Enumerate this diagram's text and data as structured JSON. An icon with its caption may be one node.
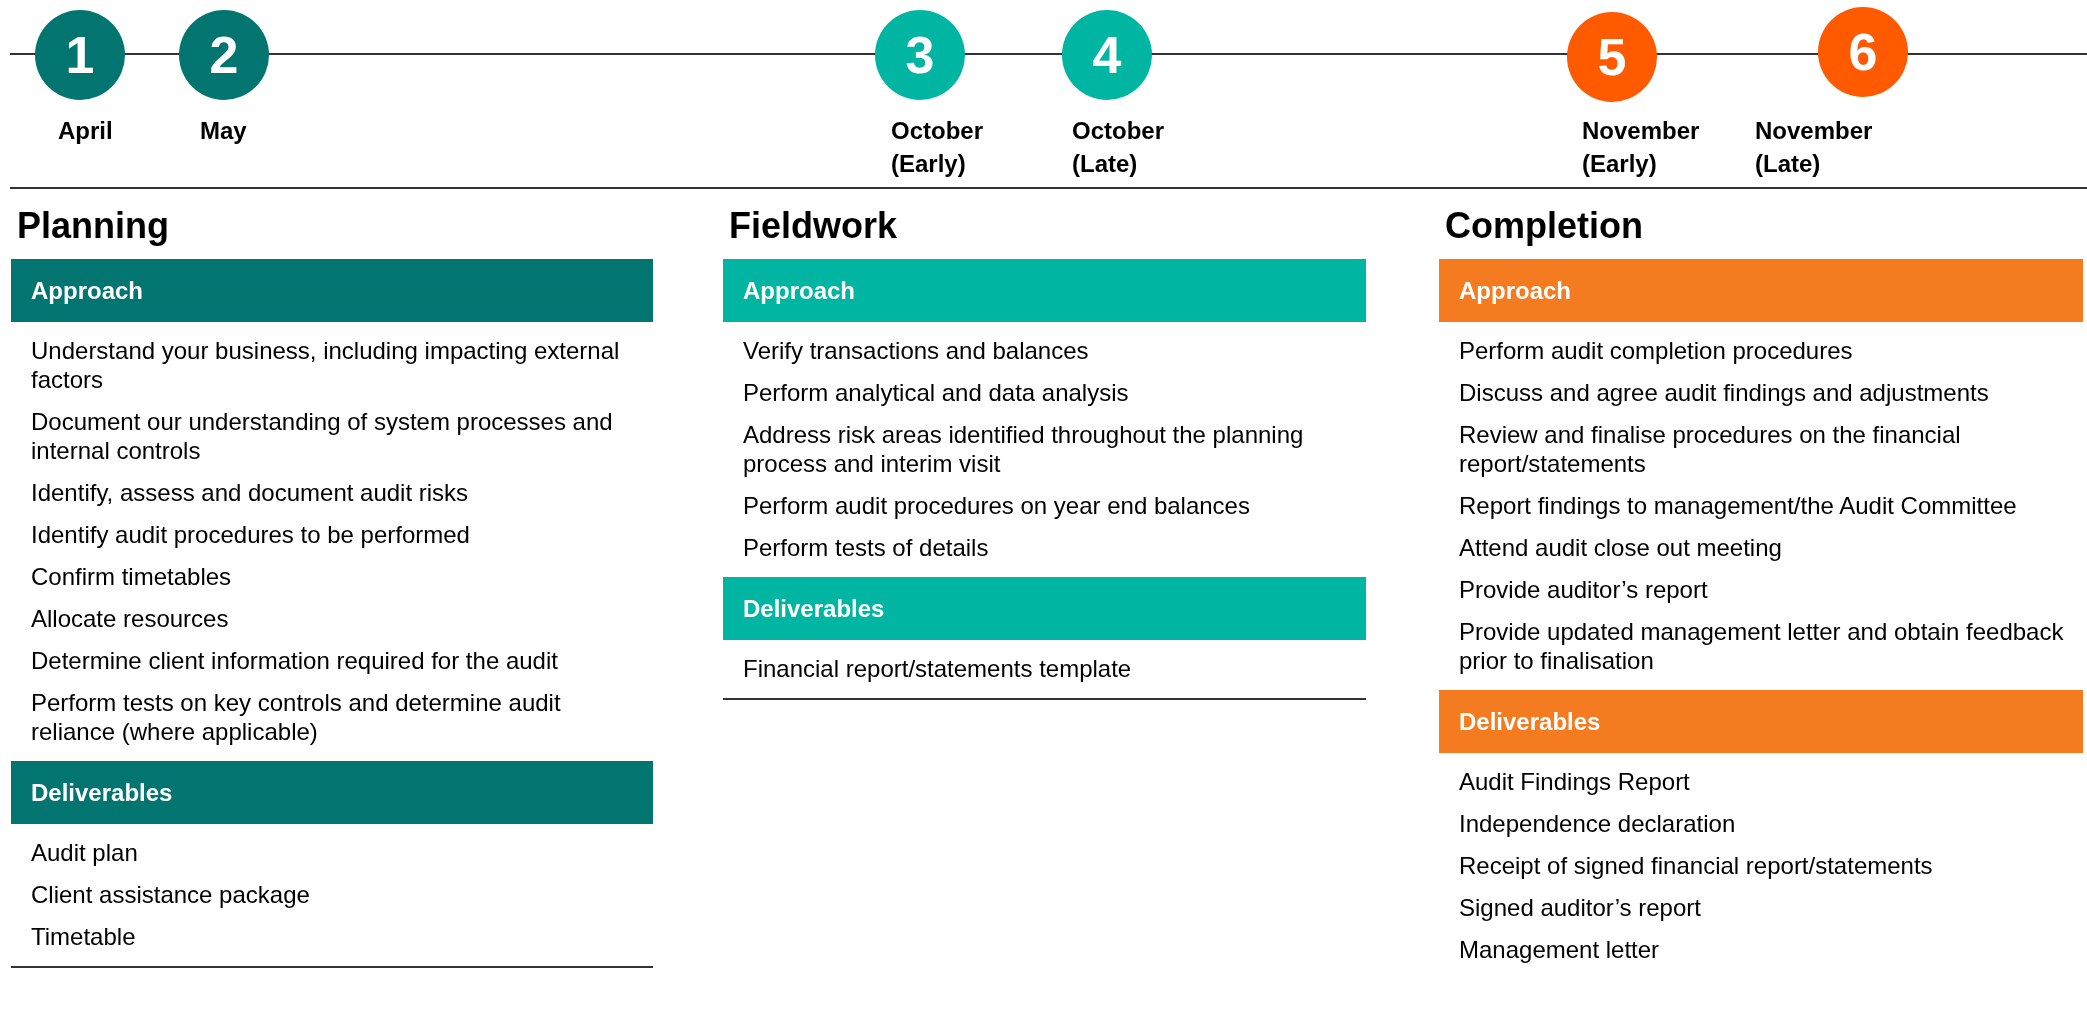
{
  "diagram": {
    "nodes": [
      {
        "text": [
          "1"
        ],
        "beside": [
          "April"
        ]
      },
      {
        "text": [
          "2"
        ],
        "beside": [
          "May"
        ]
      },
      {
        "text": [
          "3"
        ],
        "beside": [
          "October (Early)"
        ]
      },
      {
        "text": [
          "4"
        ],
        "beside": [
          "October (Late)"
        ]
      },
      {
        "text": [
          "5"
        ],
        "beside": [
          "November (Early)"
        ]
      },
      {
        "text": [
          "6"
        ],
        "beside": [
          "November (Late)"
        ]
      },
      {
        "text": [
          "Approach"
        ]
      },
      {
        "text": [
          "Deliverables"
        ]
      },
      {
        "text": [
          "Approach"
        ]
      },
      {
        "text": [
          "Deliverables"
        ]
      },
      {
        "text": [
          "Approach"
        ]
      },
      {
        "text": [
          "Deliverables"
        ]
      }
    ],
    "edges": [],
    "labels": [
      "Planning",
      "Understand your business, including impacting external factors",
      "Document our understanding of system processes and internal controls",
      "Identify, assess and document audit risks",
      "Identify audit procedures to be performed",
      "Confirm timetables",
      "Allocate resources",
      "Determine client information required for the audit",
      "Perform tests on key controls and determine audit reliance (where applicable)",
      "Audit plan",
      "Client assistance package",
      "Timetable",
      "Fieldwork",
      "Verify transactions and balances",
      "Perform analytical and data analysis",
      "Address risk areas identified throughout the planning process and interim visit",
      "Perform audit procedures on year end balances",
      "Perform tests of details",
      "Financial report/statements template",
      "Completion",
      "Perform audit completion procedures",
      "Discuss and agree audit findings and adjustments",
      "Review and finalise procedures on the financial report/statements",
      "Report findings to management/the Audit Committee",
      "Attend audit close out meeting",
      "Provide auditor’s report",
      "Provide updated management letter and obtain feedback prior to finalisation",
      "Audit Findings Report",
      "Independence declaration",
      "Receipt of signed financial report/statements",
      "Signed auditor’s report",
      "Management letter"
    ]
  }
}
